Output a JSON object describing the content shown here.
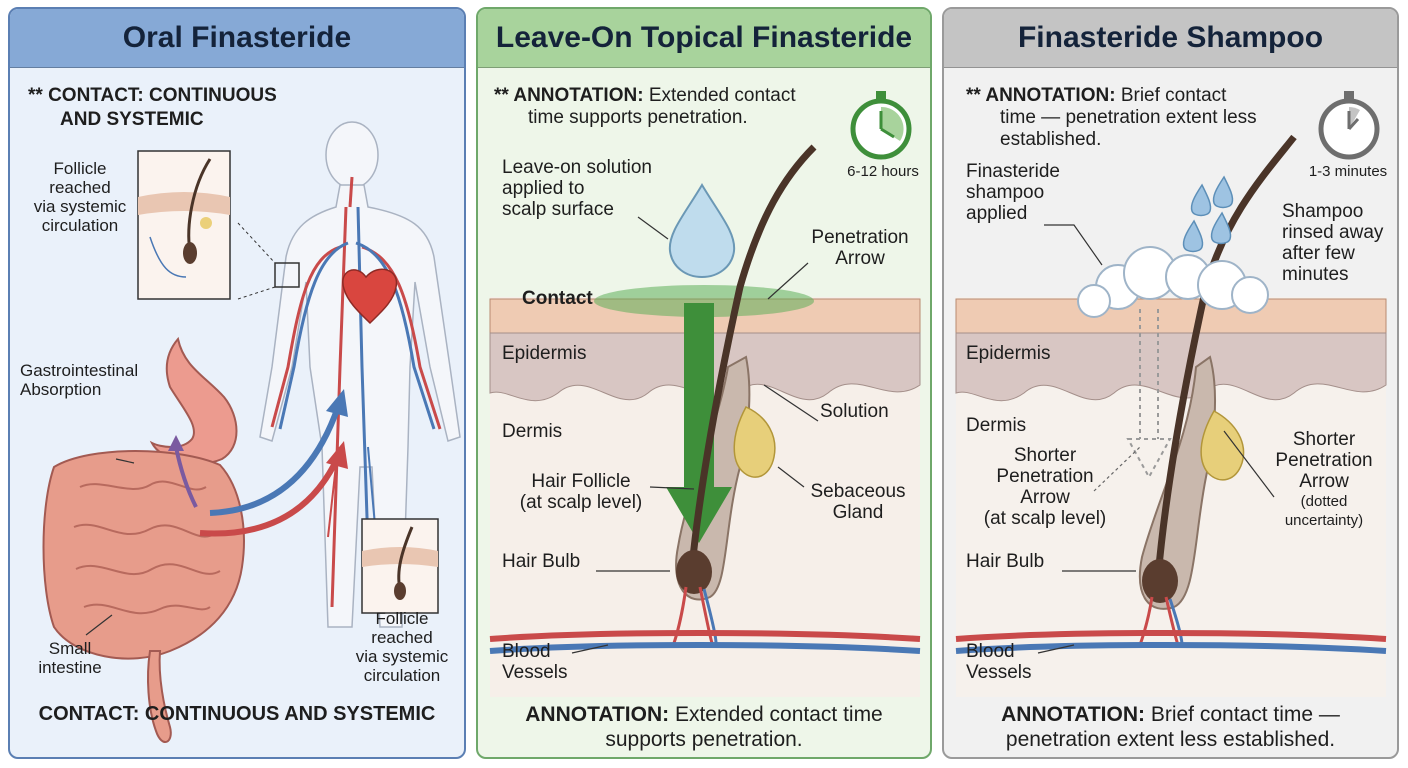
{
  "panels": {
    "oral": {
      "title": "Oral Finasteride",
      "contact_line1": "** CONTACT: CONTINUOUS",
      "contact_line2": "AND SYSTEMIC",
      "follicle_label_top": [
        "Follicle",
        "reached",
        "via systemic",
        "circulation"
      ],
      "gi_label": [
        "Gastrointestinal",
        "Absorption"
      ],
      "small_intestine_label": [
        "Small",
        "intestine"
      ],
      "follicle_label_bottom": [
        "Follicle",
        "reached",
        "via systemic",
        "circulation"
      ],
      "footer": "CONTACT: CONTINUOUS AND SYSTEMIC"
    },
    "topical": {
      "title": "Leave-On Topical Finasteride",
      "annotation_bold": "** ANNOTATION:",
      "annotation_line1": "Extended contact",
      "annotation_line2": "time supports penetration.",
      "timer_label": "6-12 hours",
      "solution_label": [
        "Leave-on solution",
        "applied to",
        "scalp surface"
      ],
      "penetration_label": [
        "Penetration",
        "Arrow"
      ],
      "contact_label": "Contact",
      "epidermis_label": "Epidermis",
      "solution_small_label": "Solution",
      "dermis_label": "Dermis",
      "hair_follicle_label": [
        "Hair Follicle",
        "(at scalp level)"
      ],
      "sebaceous_label": [
        "Sebaceous",
        "Gland"
      ],
      "hair_bulb_label": "Hair Bulb",
      "blood_vessels_label": [
        "Blood",
        "Vessels"
      ],
      "footer_bold": "ANNOTATION:",
      "footer_line1": "Extended contact time",
      "footer_line2": "supports penetration."
    },
    "shampoo": {
      "title": "Finasteride Shampoo",
      "annotation_bold": "** ANNOTATION:",
      "annotation_line1": "Brief contact",
      "annotation_line2": "time — penetration extent less",
      "annotation_line3": "established.",
      "timer_label": "1-3 minutes",
      "applied_label": [
        "Finasteride",
        "shampoo",
        "applied"
      ],
      "rinsed_label": [
        "Shampoo",
        "rinsed away",
        "after few",
        "minutes"
      ],
      "epidermis_label": "Epidermis",
      "dermis_label": "Dermis",
      "shorter_left_label": [
        "Shorter",
        "Penetration",
        "Arrow",
        "(at scalp level)"
      ],
      "shorter_right_label": [
        "Shorter",
        "Penetration",
        "Arrow"
      ],
      "shorter_right_note": [
        "(dotted",
        "uncertainty)"
      ],
      "hair_bulb_label": "Hair Bulb",
      "blood_vessels_label": [
        "Blood",
        "Vessels"
      ],
      "footer_bold": "ANNOTATION:",
      "footer_line1": "Brief contact time —",
      "footer_line2": "penetration extent less established."
    }
  },
  "colors": {
    "oral_header": "#86a9d6",
    "topical_header": "#a8d39c",
    "shampoo_header": "#c4c4c4",
    "penetration_green": "#3e8f3a",
    "artery_red": "#c94a4a",
    "vein_blue": "#4a78b5"
  },
  "icons": [
    "human-body-figure",
    "heart-icon",
    "stomach-icon",
    "intestine-icon",
    "follicle-inset",
    "droplet-icon",
    "stopwatch-icon",
    "foam-cloud-icon",
    "water-drops-icon"
  ]
}
